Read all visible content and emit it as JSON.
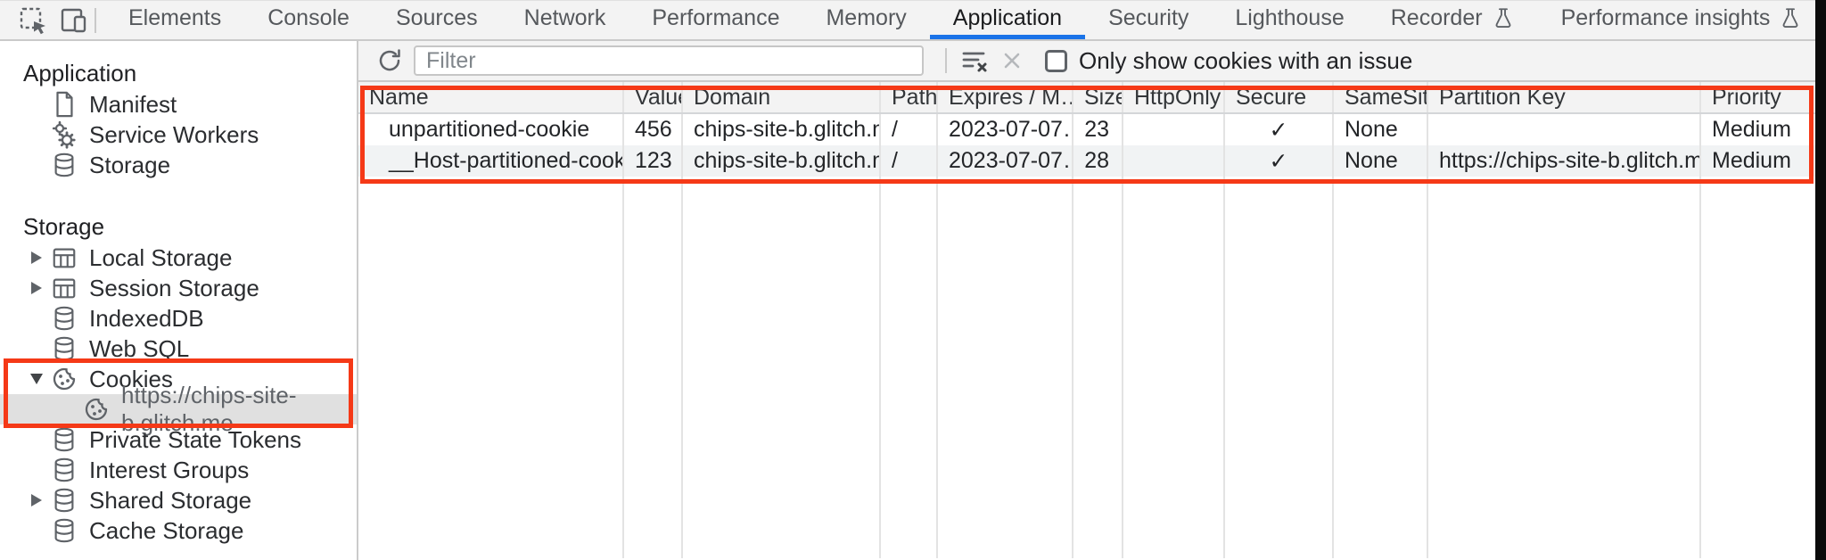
{
  "topbar": {
    "tabs": [
      {
        "label": "Elements"
      },
      {
        "label": "Console"
      },
      {
        "label": "Sources"
      },
      {
        "label": "Network"
      },
      {
        "label": "Performance"
      },
      {
        "label": "Memory"
      },
      {
        "label": "Application",
        "active": true
      },
      {
        "label": "Security"
      },
      {
        "label": "Lighthouse"
      },
      {
        "label": "Recorder",
        "experimental": true
      },
      {
        "label": "Performance insights",
        "experimental": true
      }
    ]
  },
  "sidebar": {
    "sections": [
      {
        "title": "Application",
        "items": [
          {
            "label": "Manifest",
            "icon": "file-icon"
          },
          {
            "label": "Service Workers",
            "icon": "service-workers-icon"
          },
          {
            "label": "Storage",
            "icon": "database-icon"
          }
        ]
      },
      {
        "title": "Storage",
        "items": [
          {
            "label": "Local Storage",
            "icon": "table-icon",
            "expander": "collapsed"
          },
          {
            "label": "Session Storage",
            "icon": "table-icon",
            "expander": "collapsed"
          },
          {
            "label": "IndexedDB",
            "icon": "database-icon"
          },
          {
            "label": "Web SQL",
            "icon": "database-icon"
          },
          {
            "label": "Cookies",
            "icon": "cookie-icon",
            "expander": "expanded"
          },
          {
            "label": "https://chips-site-b.glitch.me",
            "icon": "cookie-icon",
            "selected": true
          },
          {
            "label": "Private State Tokens",
            "icon": "database-icon"
          },
          {
            "label": "Interest Groups",
            "icon": "database-icon"
          },
          {
            "label": "Shared Storage",
            "icon": "database-icon",
            "expander": "collapsed"
          },
          {
            "label": "Cache Storage",
            "icon": "database-icon"
          }
        ]
      }
    ]
  },
  "cookies_panel": {
    "filter_placeholder": "Filter",
    "checkbox_label": "Only show cookies with an issue",
    "table": {
      "columns": [
        "Name",
        "Value",
        "Domain",
        "Path",
        "Expires / M…",
        "Size",
        "HttpOnly",
        "Secure",
        "SameSite",
        "Partition Key",
        "Priority"
      ],
      "rows": [
        {
          "name": "unpartitioned-cookie",
          "value": "456",
          "domain": "chips-site-b.glitch.me",
          "path": "/",
          "expires": "2023-07-07…",
          "size": "23",
          "http_only": "",
          "secure": "✓",
          "same_site": "None",
          "partition_key": "",
          "priority": "Medium"
        },
        {
          "name": "__Host-partitioned-cookie",
          "value": "123",
          "domain": "chips-site-b.glitch.me",
          "path": "/",
          "expires": "2023-07-07…",
          "size": "28",
          "http_only": "",
          "secure": "✓",
          "same_site": "None",
          "partition_key": "https://chips-site-b.glitch.me",
          "priority": "Medium"
        }
      ]
    }
  },
  "colors": {
    "accent_blue": "#1a73e8",
    "annotation_red": "#f53917",
    "toolbar_bg": "#f3f3f3",
    "selected_row_bg": "#e0e0e0",
    "alt_row_bg": "#f1f3f4",
    "icon_gray": "#5f6368"
  }
}
